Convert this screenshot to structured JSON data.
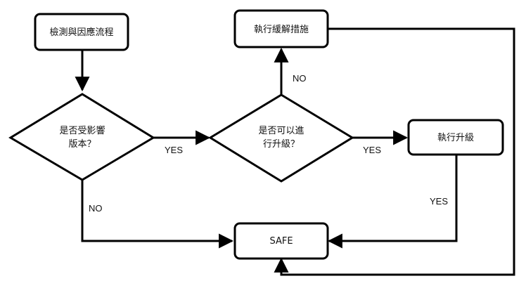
{
  "colors": {
    "stroke": "#000000",
    "fill": "#ffffff",
    "text": "#111111"
  },
  "nodes": {
    "detect": {
      "label": "檢測與因應流程"
    },
    "mitigate": {
      "label": "執行緩解措施"
    },
    "affected": {
      "line1": "是否受影響",
      "line2": "版本？"
    },
    "upgradable": {
      "line1": "是否可以進",
      "line2": "行升級？"
    },
    "upgrade": {
      "label": "執行升級"
    },
    "safe": {
      "label": "SAFE"
    }
  },
  "edges": {
    "affected_yes": "YES",
    "affected_no": "NO",
    "upgradable_no": "NO",
    "upgradable_yes": "YES",
    "upgrade_yes": "YES"
  }
}
